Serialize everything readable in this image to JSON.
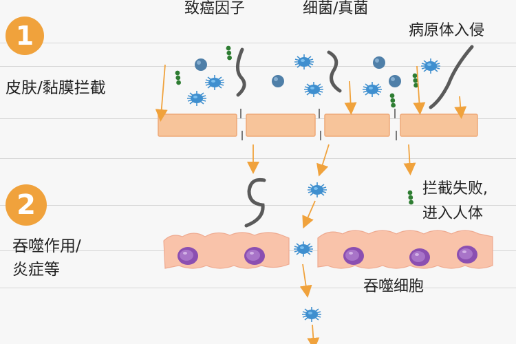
{
  "steps": [
    {
      "number": "1",
      "label": "皮肤/黏膜拦截"
    },
    {
      "number": "2",
      "label_line1": "吞噬作用/",
      "label_line2": "炎症等"
    }
  ],
  "labels": {
    "carcinogen": "致癌因子",
    "bacteria_fungi": "细菌/真菌",
    "pathogen_invasion": "病原体入侵",
    "intercept_fail_line1": "拦截失败,",
    "intercept_fail_line2": "进入人体",
    "phagocyte": "吞噬细胞"
  },
  "colors": {
    "accent": "#f0a23c",
    "skin": "#f7c49a",
    "skin_border": "#eea877",
    "cell_body": "#8b4fb1",
    "virus": "#3f8fcf",
    "bacteria": "#2e7d32"
  }
}
